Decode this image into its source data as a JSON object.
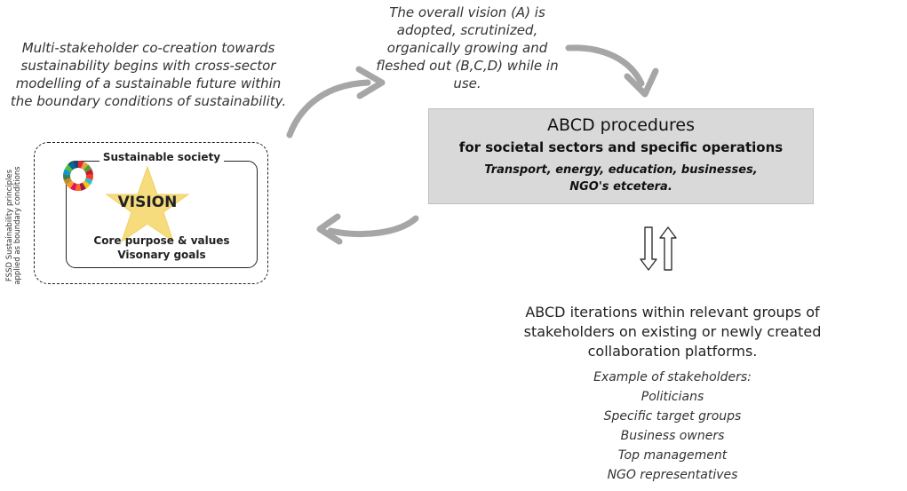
{
  "left_caption": "Multi-stakeholder co-creation towards sustainability begins with cross-sector modelling of a sustainable future within the boundary conditions of sustainability.",
  "top_caption": "The overall vision (A) is adopted, scrutinized, organically growing and fleshed out (B,C,D) while in use.",
  "vision_box": {
    "side_label_line1": "FSSD Sustainability principles",
    "side_label_line2": "applied as boundary conditions",
    "society_label": "Sustainable society",
    "vision_word": "VISION",
    "core_purpose": "Core purpose & values",
    "visionary_goals": "Visonary goals"
  },
  "abcd_box": {
    "title": "ABCD procedures",
    "subtitle": "for societal sectors and specific operations",
    "examples": "Transport, energy, education, businesses, NGO's etcetera."
  },
  "iterations_text": "ABCD iterations within relevant groups of stakeholders on existing or newly created collaboration platforms.",
  "stakeholders": {
    "heading": "Example of stakeholders:",
    "items": [
      "Politicians",
      "Specific target groups",
      "Business owners",
      "Top management",
      "NGO representatives"
    ]
  },
  "colors": {
    "arrow_gray": "#a6a6a6",
    "box_gray": "#d9d9d9",
    "star_yellow": "#f7dc7e"
  },
  "icons": {
    "sdg_wheel": "sdg-wheel-icon",
    "star": "star-icon"
  }
}
